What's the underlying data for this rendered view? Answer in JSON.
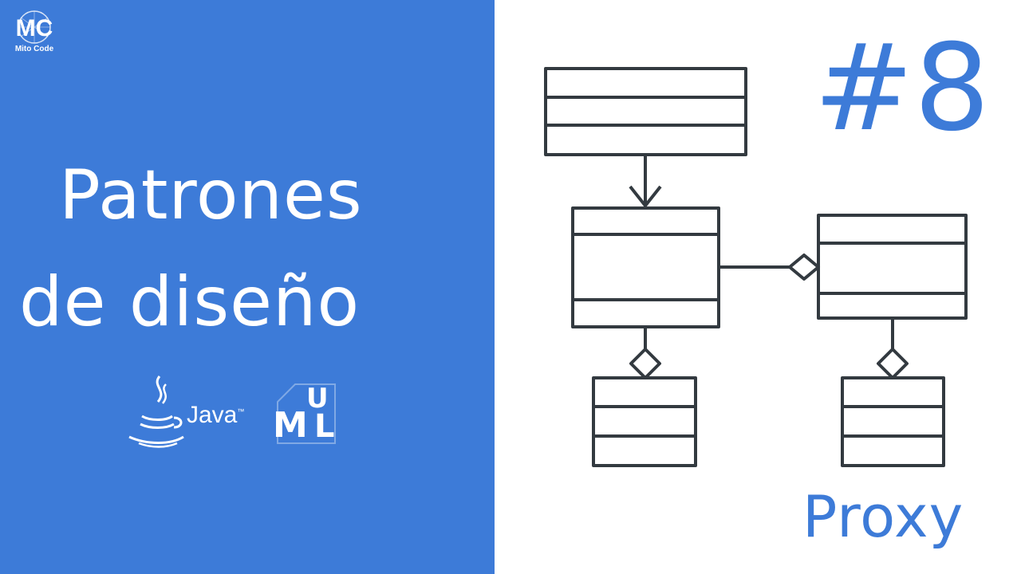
{
  "brand": {
    "initials": "MC",
    "name": "Mito Code"
  },
  "title": {
    "line1": "Patrones",
    "line2": "de diseño"
  },
  "logos": {
    "java": "Java",
    "java_tm": "™",
    "uml": [
      "U",
      "M",
      "L"
    ]
  },
  "episode": {
    "number": "#8",
    "pattern": "Proxy"
  },
  "colors": {
    "accent": "#3d7bd8",
    "diagram_stroke": "#333a40",
    "background": "#ffffff"
  },
  "icons": [
    "mito-code-logo-icon",
    "java-logo-icon",
    "uml-logo-icon",
    "uml-class-diagram-icon"
  ]
}
